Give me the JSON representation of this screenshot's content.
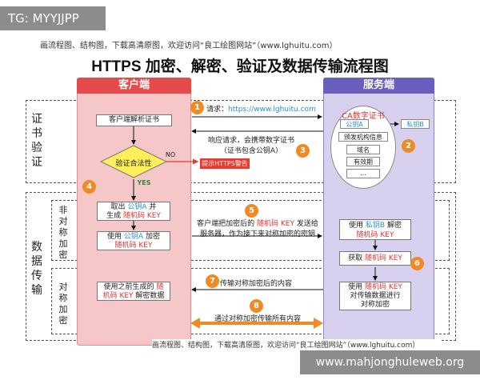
{
  "watermark_tag": "TG: MYYJJPP",
  "top_note": "画流程图、结构图，下载高清原图，欢迎访问“良工绘图网站”（www.lghuitu.com）",
  "title": "HTTPS 加密、解密、验证及数据传输流程图",
  "client": {
    "header": "客户端",
    "step_parse": "客户端解析证书",
    "step_verify": "验证合法性",
    "yes": "YES",
    "no": "NO",
    "warn": "提示HTTPS警告",
    "gen_key_1": "取出 ",
    "gen_key_pub": "公钥A",
    "gen_key_2": " 并",
    "gen_key_3": "生成 ",
    "gen_key_rand": "随机码 KEY",
    "enc_1": "使用 ",
    "enc_pub": "公钥A",
    "enc_2": " 加密 ",
    "enc_rand": "随机码 KEY",
    "dec_1": "使用之前生成的 ",
    "dec_rand1": "随",
    "dec_rand2": "机码 KEY",
    "dec_2": " 解密数据"
  },
  "server": {
    "header": "服务端",
    "ca": "CA数字证书",
    "pub": "公钥A",
    "priv": "私钥B",
    "issuer": "颁发机构信息",
    "domain": "域名",
    "validity": "有效期",
    "more": "...",
    "dec_1": "使用 ",
    "dec_priv": "私钥B",
    "dec_2": " 解密",
    "dec_rand": "随机码 KEY",
    "get_1": "获取 ",
    "get_rand": "随机码 KEY",
    "sym_1": "使用 ",
    "sym_rand": "随机码 KEY",
    "sym_2": "对传输数据进行",
    "sym_3": "对称加密"
  },
  "sections": {
    "cert_verify": [
      "证",
      "书",
      "验",
      "证"
    ],
    "data_transfer": [
      "数",
      "据",
      "传",
      "输"
    ],
    "asym": [
      "非",
      "对",
      "称",
      "加",
      "密"
    ],
    "sym": [
      "对",
      "称",
      "加",
      "密"
    ]
  },
  "steps": {
    "s1_num": "1",
    "s1_text": "请求：",
    "s1_url": "https://www.lghuitu.com",
    "s2_num": "2",
    "s3_num": "3",
    "s3_line1": "响应请求，会携带数字证书",
    "s3_line2": "（证书包含公钥A）",
    "s4_num": "4",
    "s5_num": "5",
    "s5_line1a": "客户端把加密后的 ",
    "s5_line1b": "随机码 KEY",
    "s5_line1c": " 发送给",
    "s5_line2": "服务器，作为接下来对称加密的密钥",
    "s6_num": "6",
    "s7_num": "7",
    "s7_text": "传输对称加密后的内容",
    "s8_num": "8",
    "s8_text": "通过对称加密传输所有内容"
  },
  "bottom_note": "画流程图、结构图，下载高清原图，欢迎访问“良工绘图网站”（www.lghuitu.com）",
  "banner": "www.mahjonghuleweb.org",
  "colors": {
    "client_header": "#e54b4b",
    "server_header": "#6a5fbf",
    "badge": "#f08a24",
    "highlight_blue": "#2a8fd6",
    "highlight_red": "#e0342f",
    "verify_diamond": "#ffef5a"
  }
}
